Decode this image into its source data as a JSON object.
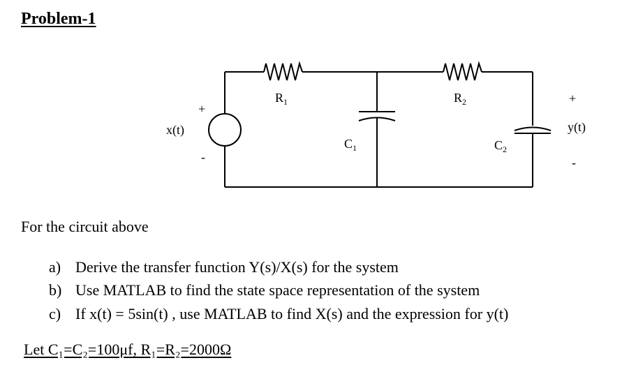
{
  "title": "Problem-1",
  "circuit": {
    "source_label": "x(t)",
    "source_plus": "+",
    "source_minus": "-",
    "r1": "R",
    "r1_sub": "1",
    "r2": "R",
    "r2_sub": "2",
    "c1": "C",
    "c1_sub": "1",
    "c2": "C",
    "c2_sub": "2",
    "out_label": "y(t)",
    "out_plus": "+",
    "out_minus": "-"
  },
  "intro": "For the circuit above",
  "questions": [
    {
      "letter": "a)",
      "text": "Derive the transfer function Y(s)/X(s) for the system"
    },
    {
      "letter": "b)",
      "text": "Use MATLAB  to find the state space representation of the system"
    },
    {
      "letter": "c)",
      "text": "If x(t) = 5sin(t) , use MATLAB to find X(s) and the expression for  y(t)"
    }
  ],
  "given": "Let C₁=C₂=100μf,  R₁=R₂=2000Ω"
}
